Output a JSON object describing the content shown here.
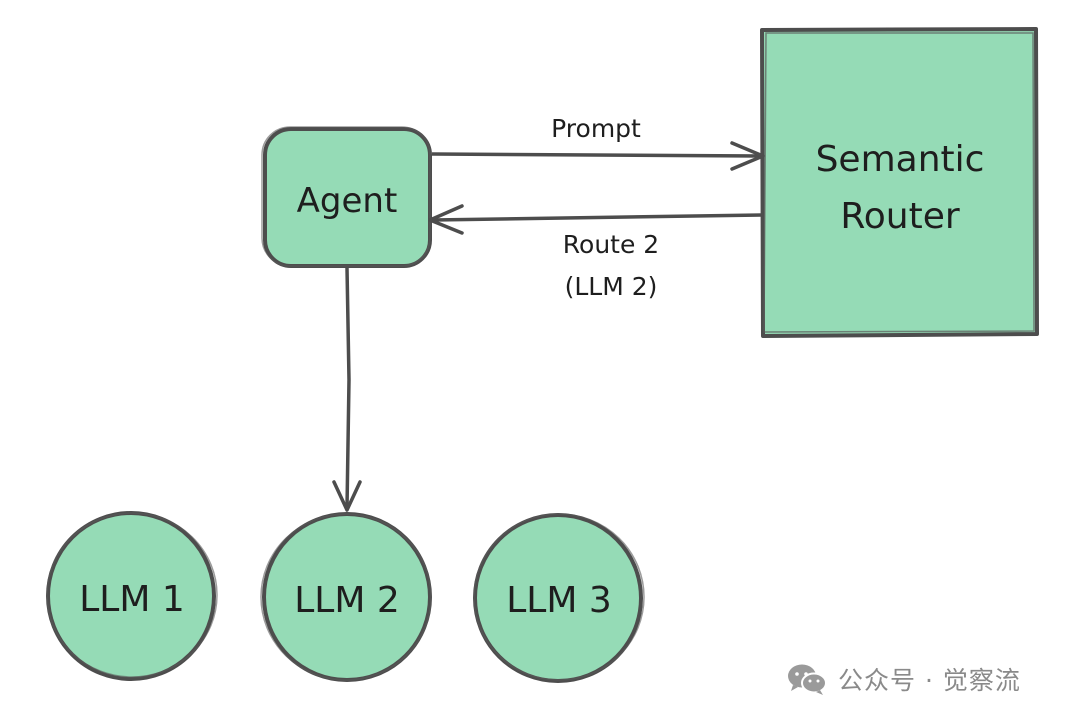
{
  "diagram": {
    "colors": {
      "node_fill": "#95dbb6",
      "stroke": "#4d4d4d",
      "text": "#1e1e1e"
    },
    "nodes": {
      "agent": {
        "label": "Agent"
      },
      "router": {
        "line1": "Semantic",
        "line2": "Router"
      },
      "llm1": {
        "label": "LLM 1"
      },
      "llm2": {
        "label": "LLM 2"
      },
      "llm3": {
        "label": "LLM 3"
      }
    },
    "edges": {
      "prompt": {
        "label": "Prompt"
      },
      "route": {
        "line1": "Route 2",
        "line2": "(LLM 2)"
      }
    }
  },
  "watermark": {
    "icon": "wechat-icon",
    "text": "公众号 · 觉察流"
  }
}
